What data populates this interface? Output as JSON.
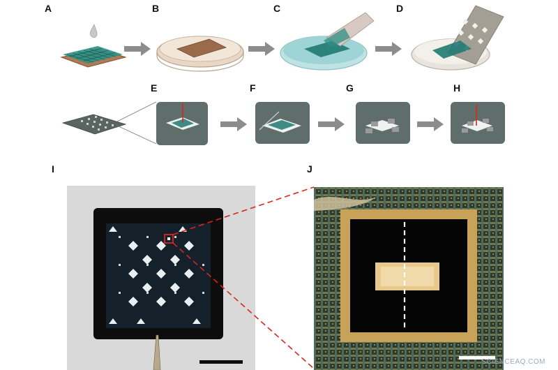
{
  "figure": {
    "panel_labels": [
      "A",
      "B",
      "C",
      "D",
      "E",
      "F",
      "G",
      "H",
      "I",
      "J"
    ],
    "watermark": "SCIENCEAQ.COM"
  },
  "colors": {
    "tile_gray": "#5f6e6b",
    "mesh_teal": "#1f7a72",
    "copper": "#b07a55",
    "arrow_gray": "#8c8c8c",
    "dish_liquid": "#9fd4d6",
    "sample_frame": "#0d0d0d",
    "highlight_red": "#d8261f",
    "gold_frame": "#c9a25a"
  },
  "icons": {
    "droplet": "droplet-icon",
    "laser": "laser-beam-icon",
    "tweezers": "tweezers-icon"
  }
}
